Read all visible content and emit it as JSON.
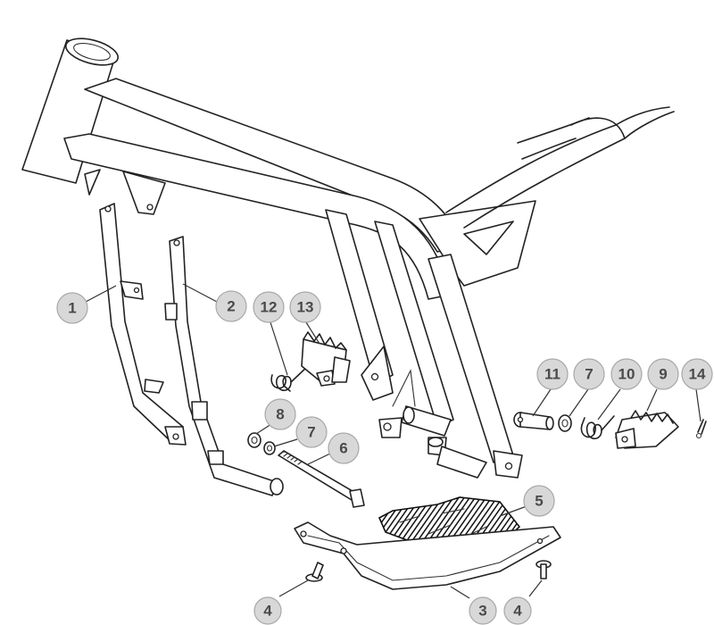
{
  "diagram": {
    "callouts": [
      {
        "id": "c1",
        "label": "1"
      },
      {
        "id": "c2",
        "label": "2"
      },
      {
        "id": "c12",
        "label": "12"
      },
      {
        "id": "c13",
        "label": "13"
      },
      {
        "id": "c8",
        "label": "8"
      },
      {
        "id": "c7a",
        "label": "7"
      },
      {
        "id": "c6",
        "label": "6"
      },
      {
        "id": "c11",
        "label": "11"
      },
      {
        "id": "c7b",
        "label": "7"
      },
      {
        "id": "c10",
        "label": "10"
      },
      {
        "id": "c9",
        "label": "9"
      },
      {
        "id": "c14",
        "label": "14"
      },
      {
        "id": "c5",
        "label": "5"
      },
      {
        "id": "c4a",
        "label": "4"
      },
      {
        "id": "c3",
        "label": "3"
      },
      {
        "id": "c4b",
        "label": "4"
      }
    ]
  }
}
